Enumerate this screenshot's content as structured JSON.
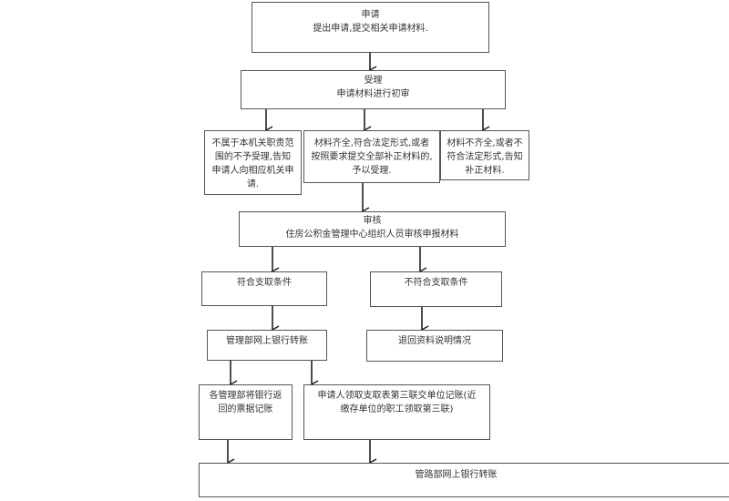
{
  "diagram": {
    "nodes": {
      "apply": {
        "title": "申请",
        "body": "提出申请,提交相关申请材料."
      },
      "accept": {
        "title": "受理",
        "body": "申请材料进行初审"
      },
      "out_of_scope": {
        "body": "不属于本机关职责范围的不予受理,告知申请人向相应机关申请."
      },
      "complete": {
        "body": "材料齐全,符合法定形式,或者按照要求提交全部补正材料的,予以受理."
      },
      "incomplete": {
        "body": "材料不齐全,或者不符合法定形式,告知补正材料."
      },
      "review": {
        "title": "审核",
        "body": "住房公积金管理中心组织人员审核申报材料"
      },
      "eligible": {
        "body": "符合支取条件"
      },
      "ineligible": {
        "body": "不符合支取条件"
      },
      "bank_transfer": {
        "body": "管理部网上银行转账"
      },
      "return_docs": {
        "body": "退回资料说明情况"
      },
      "bank_receipt": {
        "body": "各管理部将银行返回的票据记账"
      },
      "third_copy": {
        "body": "申请人领取支取表第三联交单位记账(近缴存单位的职工领取第三联)"
      },
      "final_transfer": {
        "body": "管路部网上银行转账"
      }
    },
    "colors": {
      "line": "#222222",
      "border": "#555555"
    }
  }
}
